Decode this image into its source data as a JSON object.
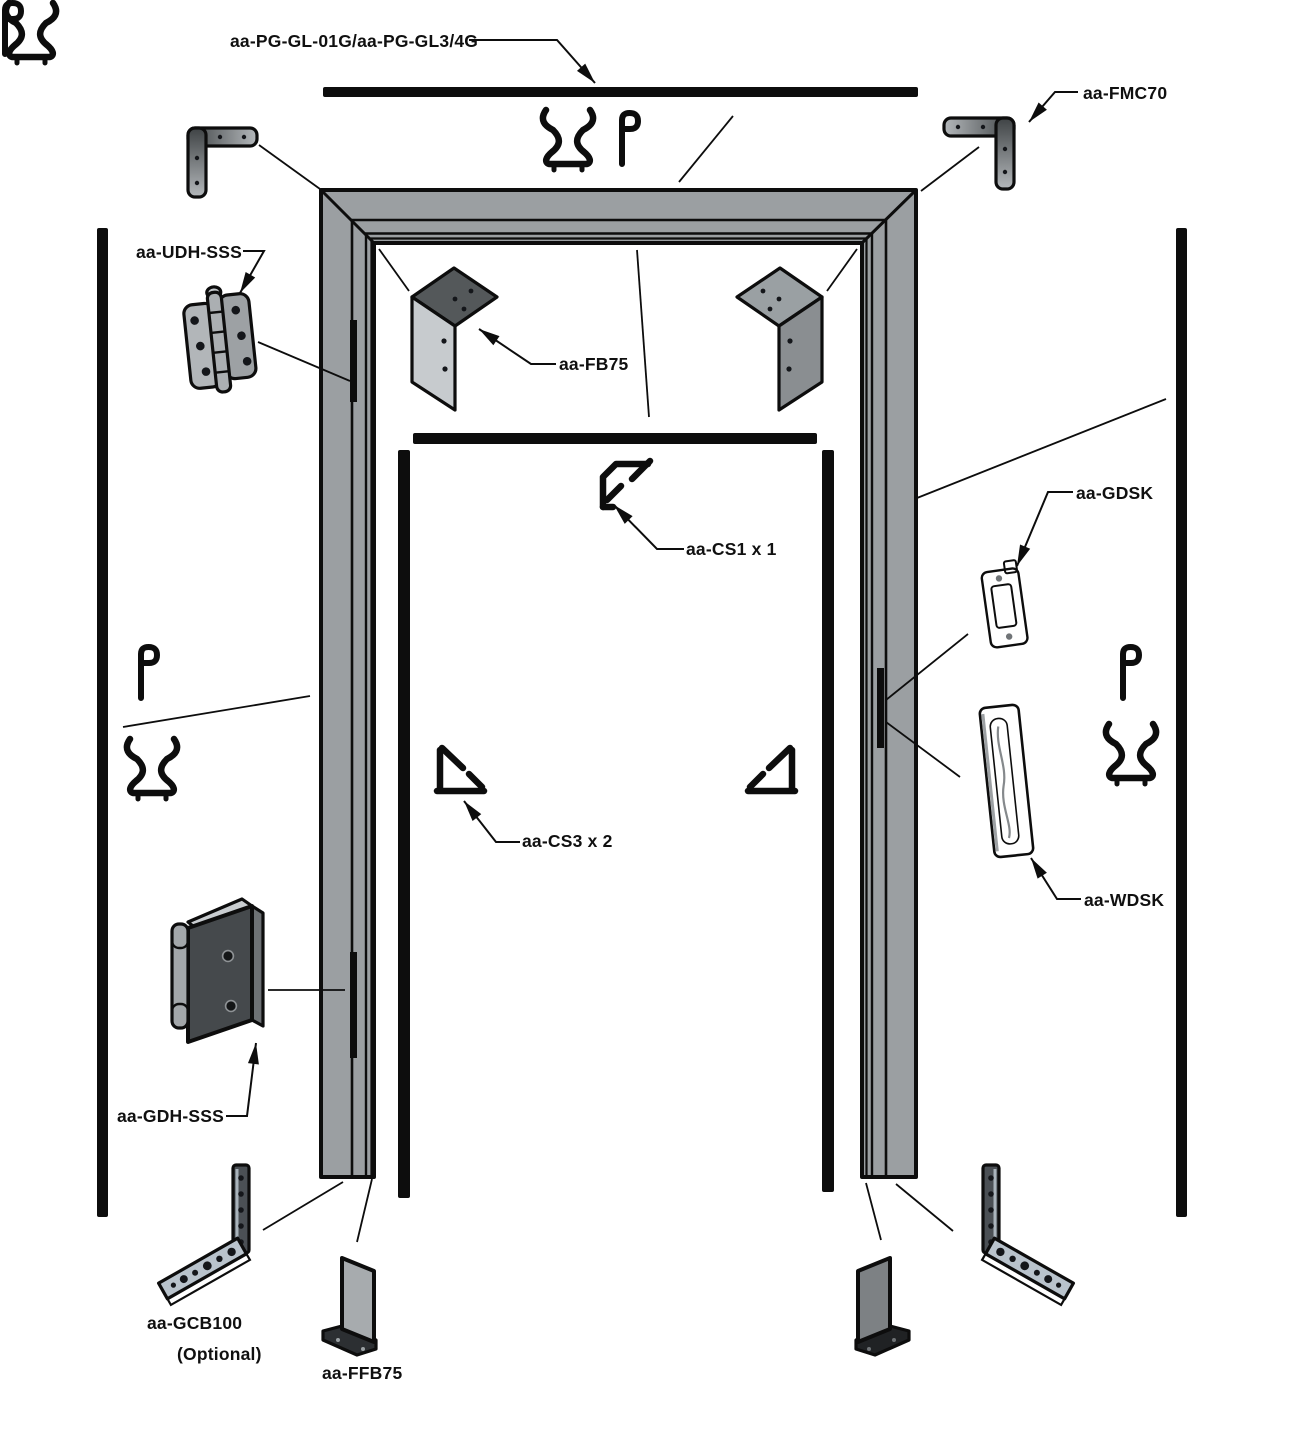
{
  "diagram": {
    "type": "exploded-parts-diagram",
    "subject": "door frame hardware assembly",
    "labels": {
      "glazing_bar": "aa-PG-GL-01G/aa-PG-GL3/4G",
      "frame_corner_bracket": "aa-FMC70",
      "hinge_upper": "aa-UDH-SSS",
      "frame_bracket": "aa-FB75",
      "corner_seal_1": "aa-CS1 x 1",
      "corner_seal_3": "aa-CS3 x 2",
      "strike_keep": "aa-GDSK",
      "lock_keep": "aa-WDSK",
      "hinge_lower": "aa-GDH-SSS",
      "floor_bracket_long": "aa-GCB100",
      "floor_bracket_long_note": "(Optional)",
      "floor_bracket": "aa-FFB75"
    },
    "colors": {
      "background": "#ffffff",
      "ink": "#0d0d0d",
      "frame-gray": "#9b9fa2",
      "bracket-dark": "#54585a",
      "bracket-light": "#c7cbce",
      "bracket-mid": "#9aa0a3",
      "steel-blue": "#b9c3cc",
      "dark-part": "#2e3133",
      "hinge-gray": "#a3a7aa"
    }
  }
}
